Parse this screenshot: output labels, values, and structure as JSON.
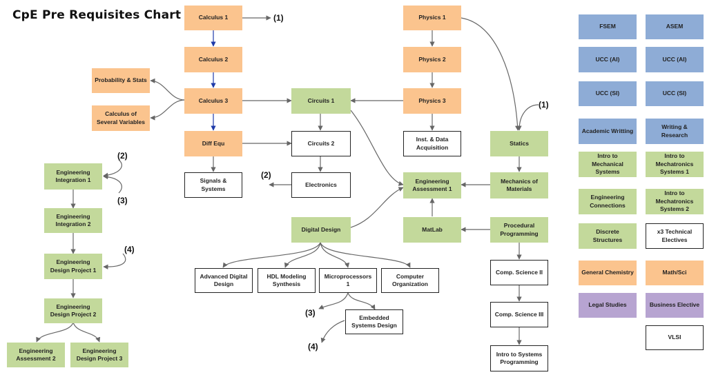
{
  "title": "CpE Pre Requisites Chart",
  "nodes": {
    "calc1": "Calculus 1",
    "calc2": "Calculus 2",
    "calc3": "Calculus 3",
    "diffeq": "Diff Equ",
    "signals": "Signals & Systems",
    "probstats": "Probability & Stats",
    "calcsev": "Calculus of Several Variables",
    "phys1": "Physics 1",
    "phys2": "Physics 2",
    "phys3": "Physics 3",
    "instdata": "Inst. & Data Acquisition",
    "circ1": "Circuits 1",
    "circ2": "Circuits 2",
    "electronics": "Electronics",
    "digital": "Digital Design",
    "engassess1": "Engineering Assessment 1",
    "matlab": "MatLab",
    "statics": "Statics",
    "mechmat": "Mechanics of Materials",
    "procprog": "Procedural Programming",
    "cs2": "Comp. Science II",
    "cs3": "Comp. Science III",
    "introsys": "Intro to Systems Programming",
    "advdig": "Advanced Digital Design",
    "hdl": "HDL Modeling Synthesis",
    "micro1": "Microprocessors 1",
    "comporg": "Computer Organization",
    "embedded": "Embedded Systems Design",
    "engint1": "Engineering Integration 1",
    "engint2": "Engineering Integration 2",
    "engdes1": "Engineering Design Project 1",
    "engdes2": "Engineering Design Project 2",
    "engassess2": "Engineering Assessment 2",
    "engdes3": "Engineering Design Project 3"
  },
  "legend": {
    "fsem": "FSEM",
    "asem": "ASEM",
    "ucc_ai_1": "UCC (AI)",
    "ucc_ai_2": "UCC (AI)",
    "ucc_si_1": "UCC (SI)",
    "ucc_si_2": "UCC (SI)",
    "acad_writing": "Academic Writting",
    "writing_research": "Writing & Research",
    "intro_mech": "Intro to Mechanical Systems",
    "intro_mechatronics_1": "Intro to Mechatronics Systems 1",
    "eng_connections": "Engineering Connections",
    "intro_mechatronics_2": "Intro to Mechatronics Systems 2",
    "discrete": "Discrete Structures",
    "tech_electives": "x3 Technical Electives",
    "gen_chem": "General Chemistry",
    "math_sci": "Math/Sci",
    "legal": "Legal Studies",
    "business": "Business Elective",
    "vlsi": "VLSI"
  },
  "refs": {
    "r1a": "(1)",
    "r1b": "(1)",
    "r2a": "(2)",
    "r2b": "(2)",
    "r3a": "(3)",
    "r3b": "(3)",
    "r4a": "(4)",
    "r4b": "(4)"
  },
  "colors": {
    "math": "#fbc48e",
    "engineering": "#c3d99b",
    "general": "#8eacd6",
    "elective": "#b7a4d1",
    "arrow": "#666666",
    "math_arrow": "#1f3aa8"
  }
}
